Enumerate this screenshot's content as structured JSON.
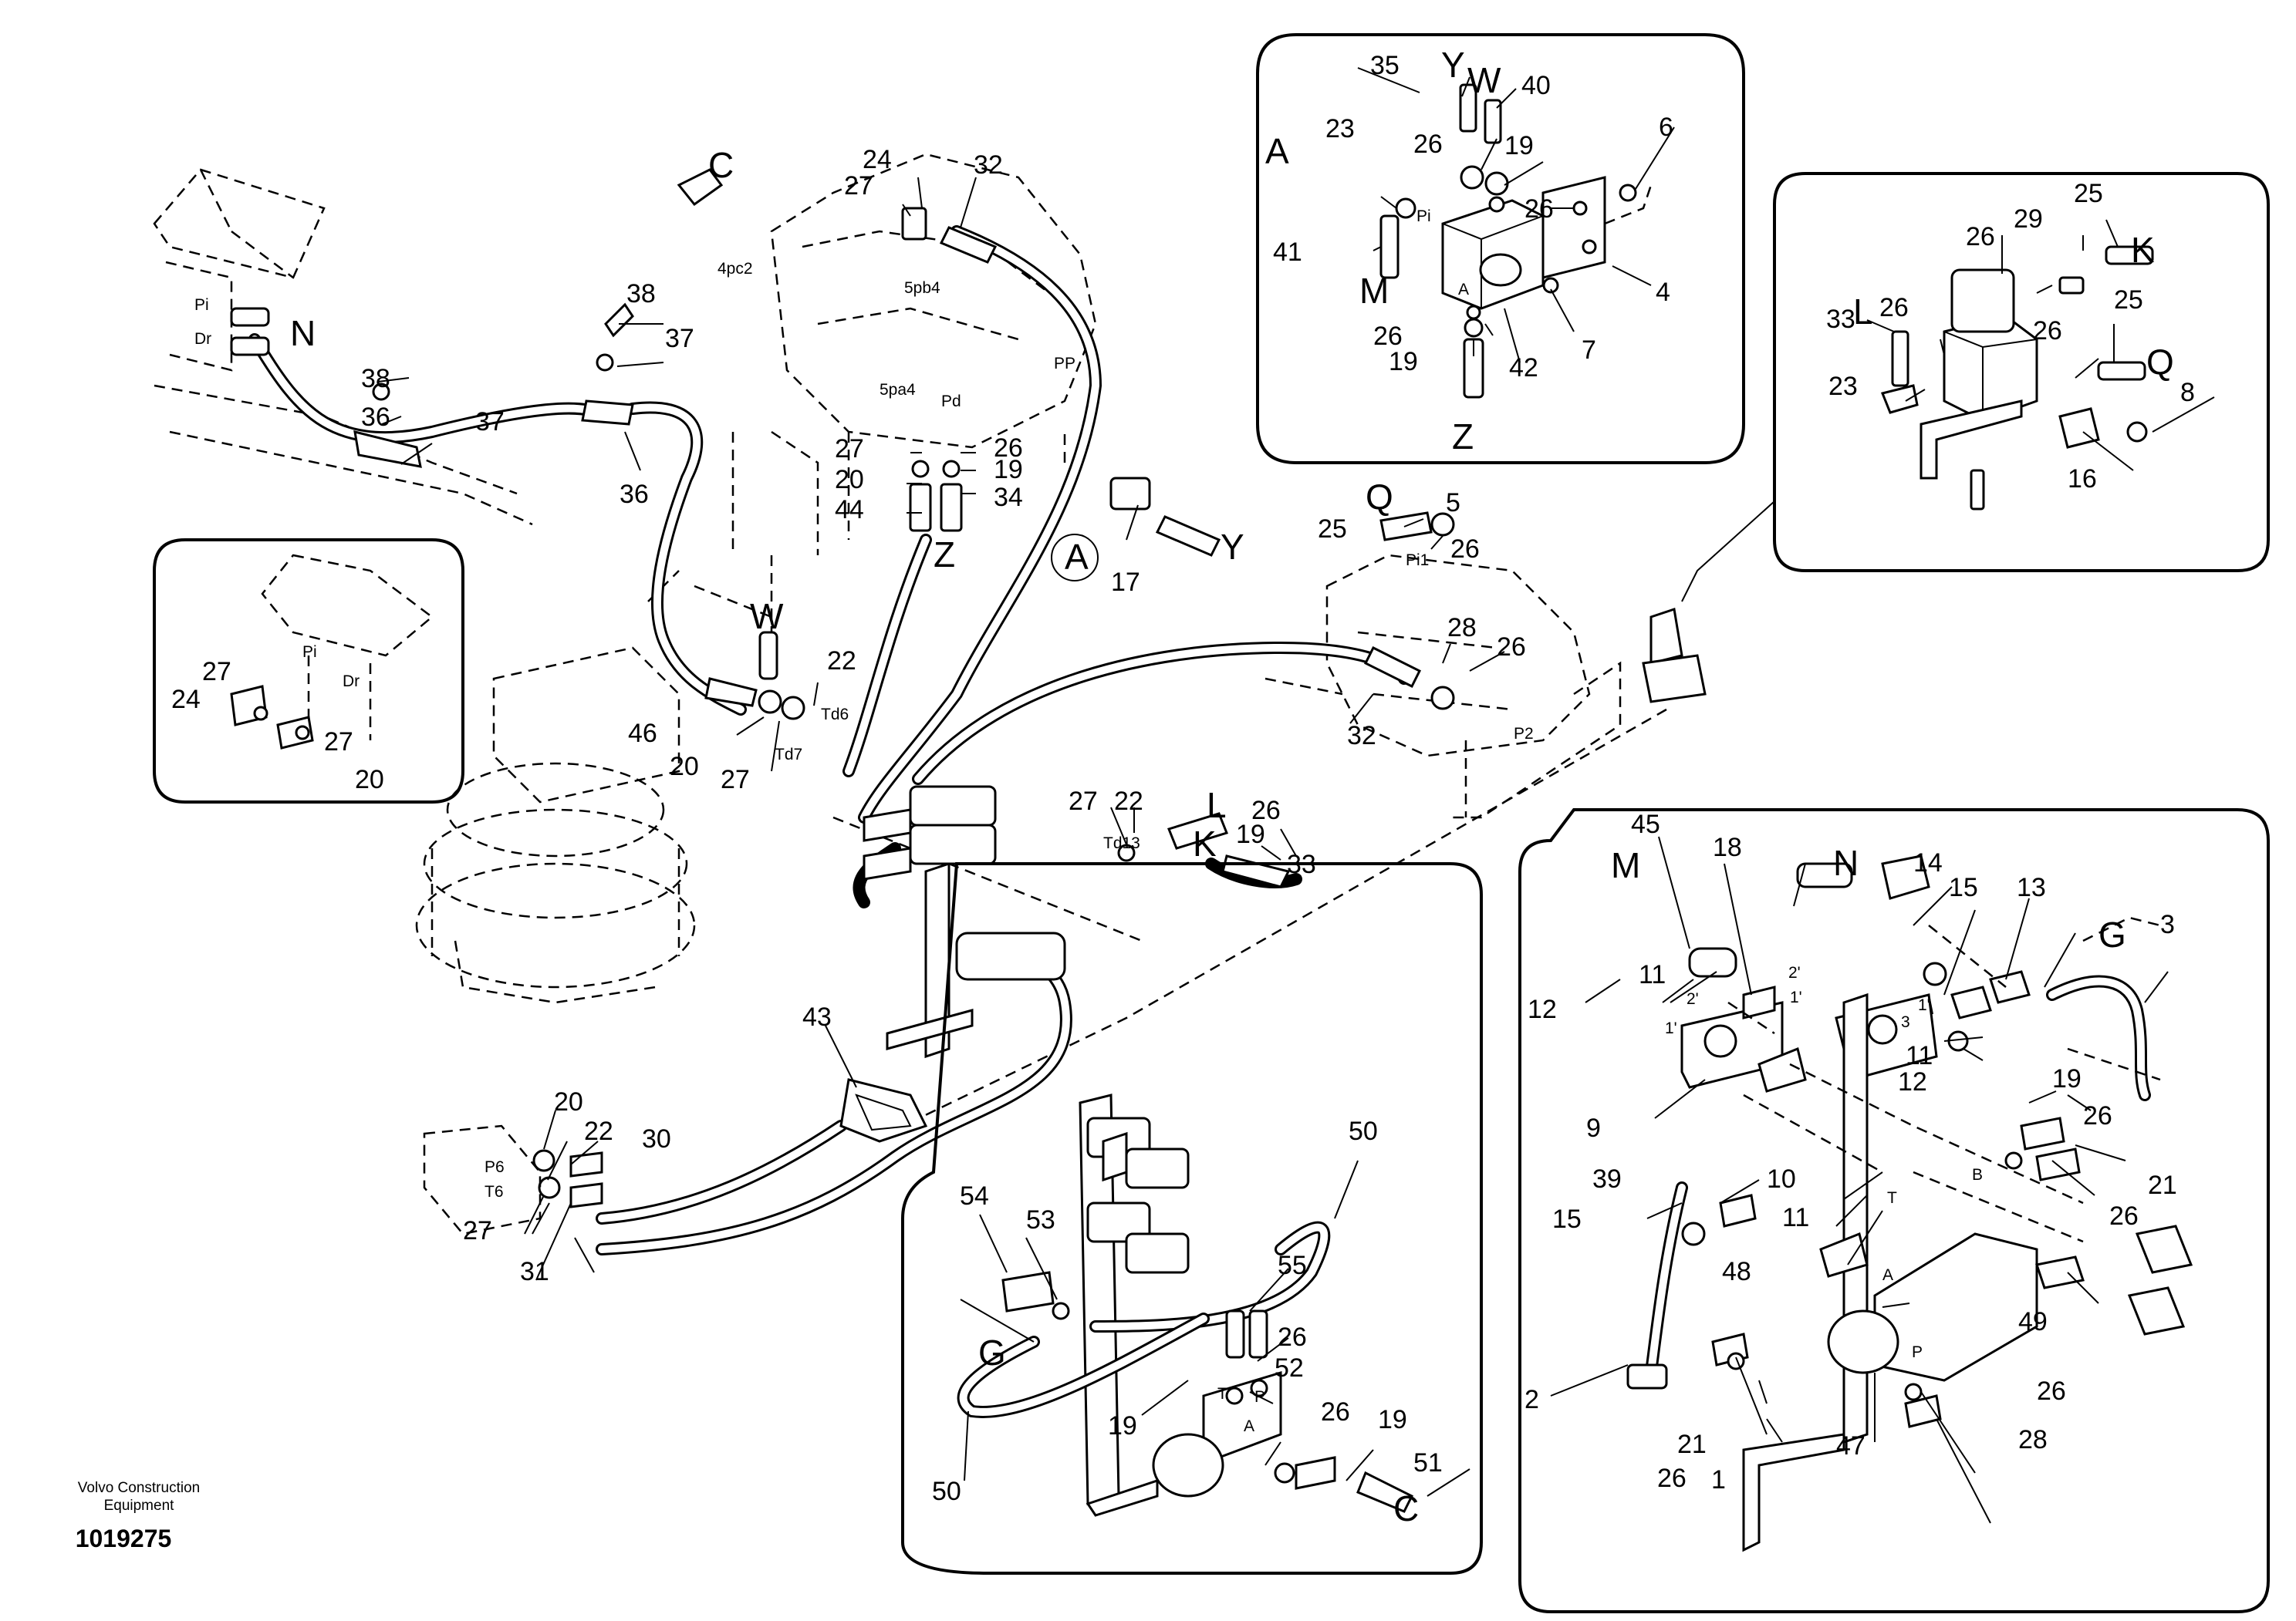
{
  "footer": {
    "brand_line1": "Volvo Construction",
    "brand_line2": "Equipment",
    "drawing_number": "1019275"
  },
  "callouts": {
    "c1": "1",
    "c2": "2",
    "c3": "3",
    "c4": "4",
    "c5": "5",
    "c6": "6",
    "c7": "7",
    "c8": "8",
    "c9": "9",
    "c10": "10",
    "c11": "11",
    "c12": "12",
    "c13": "13",
    "c14": "14",
    "c15": "15",
    "c16": "16",
    "c17": "17",
    "c18": "18",
    "c19": "19",
    "c20": "20",
    "c21": "21",
    "c22": "22",
    "c23": "23",
    "c24": "24",
    "c25": "25",
    "c26": "26",
    "c27": "27",
    "c28": "28",
    "c29": "29",
    "c30": "30",
    "c31": "31",
    "c32": "32",
    "c33": "33",
    "c34": "34",
    "c35": "35",
    "c36": "36",
    "c37": "37",
    "c38": "38",
    "c39": "39",
    "c40": "40",
    "c41": "41",
    "c42": "42",
    "c43": "43",
    "c44": "44",
    "c45": "45",
    "c46": "46",
    "c47": "47",
    "c48": "48",
    "c49": "49",
    "c50": "50",
    "c51": "51",
    "c52": "52",
    "c53": "53",
    "c54": "54",
    "c55": "55"
  },
  "letters": {
    "A": "A",
    "C": "C",
    "G": "G",
    "K": "K",
    "L": "L",
    "M": "M",
    "N": "N",
    "Q": "Q",
    "W": "W",
    "Y": "Y",
    "Z": "Z"
  },
  "ports": {
    "Pi": "Pi",
    "Dr": "Dr",
    "PP": "PP",
    "Pd": "Pd",
    "P2": "P2",
    "Pi1": "Pi1",
    "pc2": "4pc2",
    "pb4": "5pb4",
    "pa4": "5pa4",
    "Td6": "Td6",
    "Td7": "Td7",
    "Td13": "Td13",
    "P6": "P6",
    "T6": "T6",
    "one": "1'",
    "two": "2'",
    "T": "T",
    "P": "P",
    "B": "B",
    "Aport": "A"
  }
}
